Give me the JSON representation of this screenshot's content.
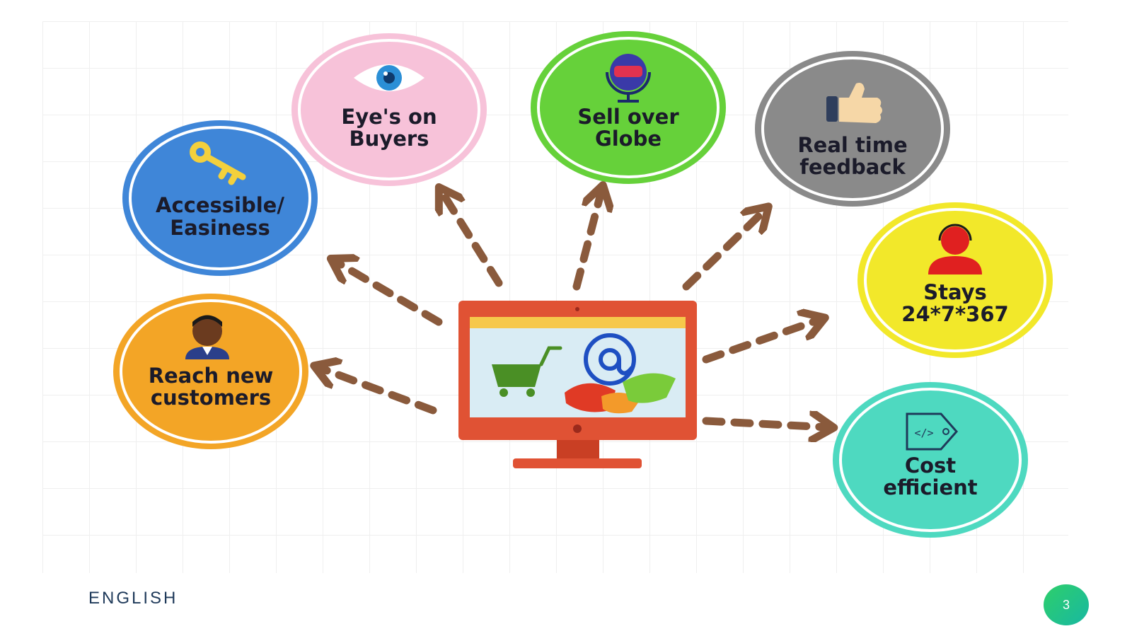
{
  "bubbles": [
    {
      "id": "accessible",
      "line1": "Accessible/",
      "line2": "Easiness",
      "fill": "#3f86d8",
      "ring": "#4aa0ea",
      "icon": "key-icon"
    },
    {
      "id": "eyes",
      "line1": "Eye's on",
      "line2": "Buyers",
      "fill": "#f7c2d9",
      "ring": "#f4a9c9",
      "icon": "eye-icon"
    },
    {
      "id": "globe",
      "line1": "Sell over",
      "line2": "Globe",
      "fill": "#66d13a",
      "ring": "#5ac22c",
      "icon": "globe-icon"
    },
    {
      "id": "feedback",
      "line1": "Real time",
      "line2": "feedback",
      "fill": "#8a8a8a",
      "ring": "#6f6f6f",
      "icon": "thumbs-up-icon"
    },
    {
      "id": "stays",
      "line1": "Stays",
      "line2": "24*7*367",
      "fill": "#f2e82a",
      "ring": "#e9de1d",
      "icon": "support-agent-icon"
    },
    {
      "id": "reach",
      "line1": "Reach new",
      "line2": "customers",
      "fill": "#f3a526",
      "ring": "#eb9a14",
      "icon": "person-icon"
    },
    {
      "id": "cost",
      "line1": "Cost",
      "line2": "efficient",
      "fill": "#4ed9c0",
      "ring": "#39cdb2",
      "icon": "code-tag-icon"
    }
  ],
  "center": {
    "icon": "computer-shopping-icon",
    "screen_color": "#e05234",
    "arrow_color": "#8a5a3c"
  },
  "footer": {
    "language": "ENGLISH",
    "page_number": "3"
  }
}
